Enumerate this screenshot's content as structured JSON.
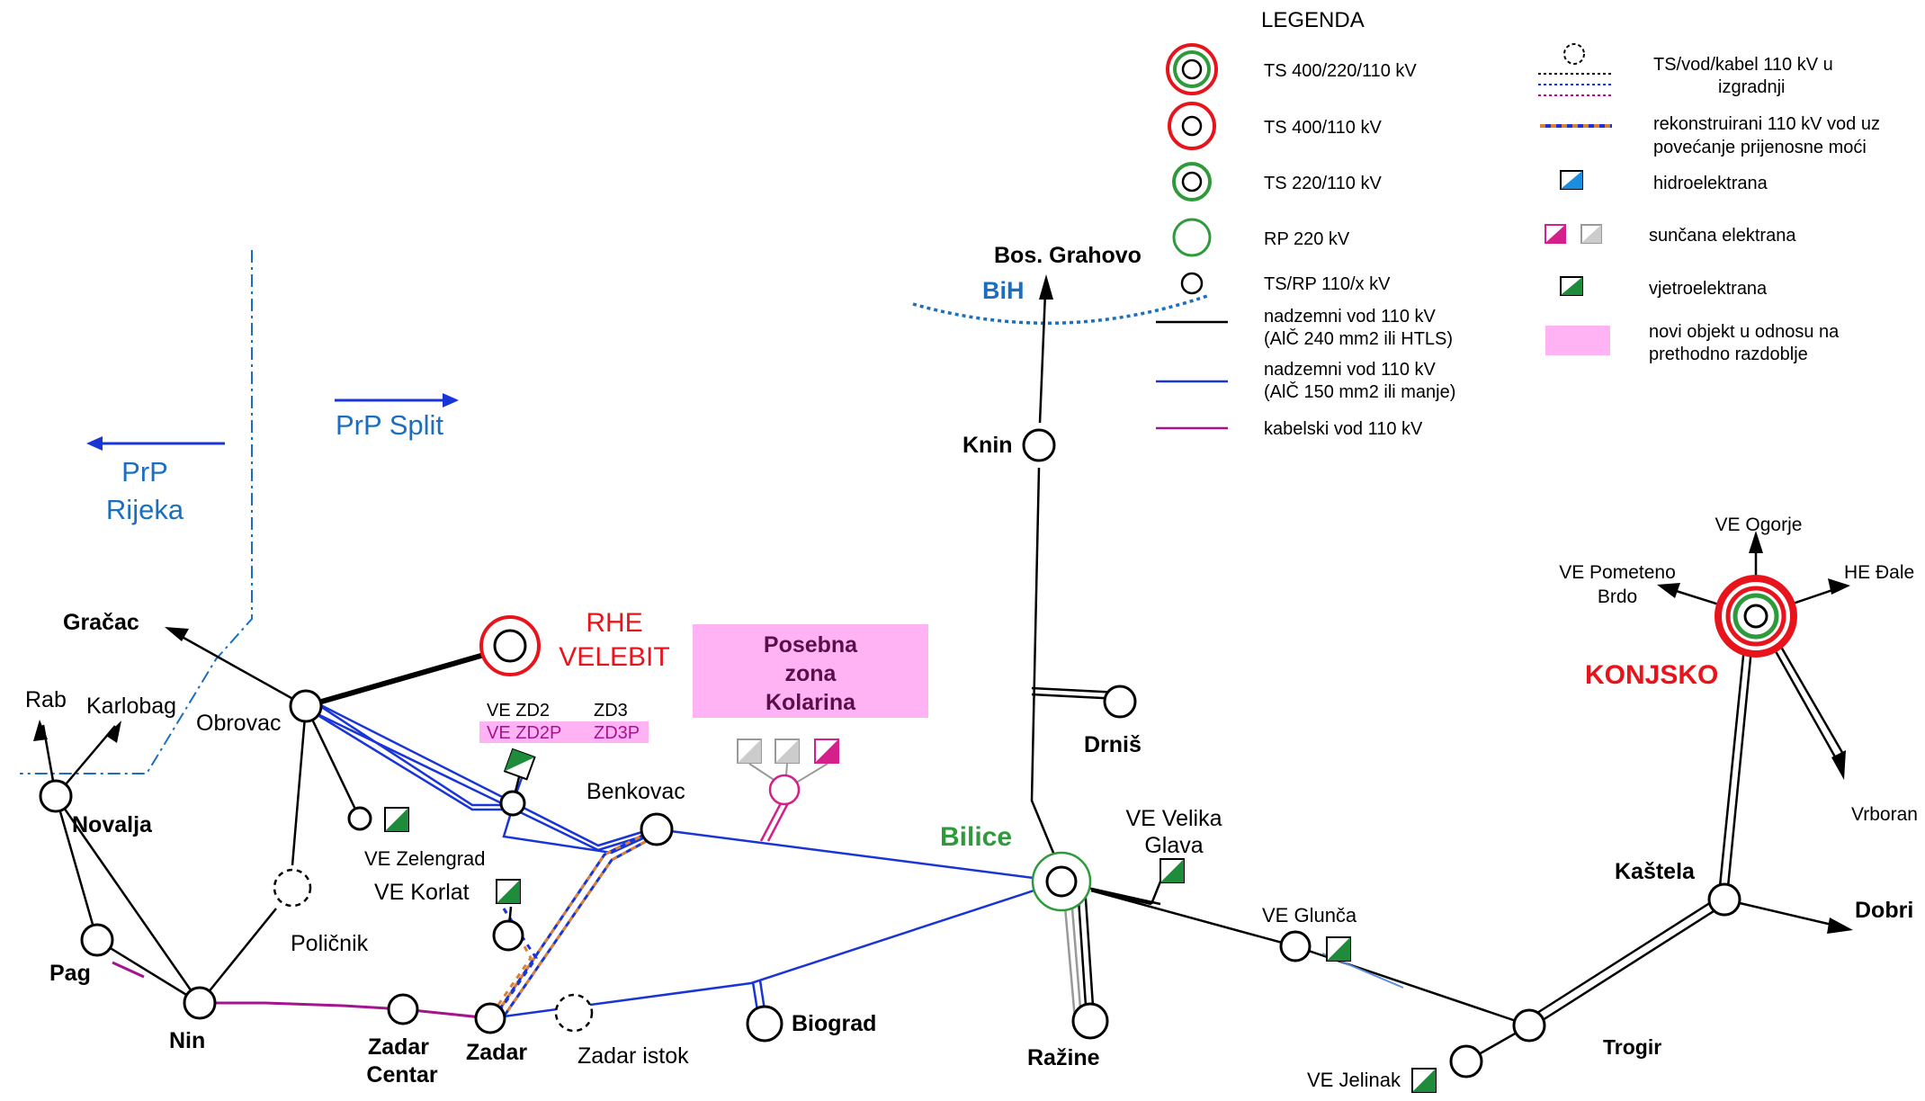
{
  "colors": {
    "black_line": "#000000",
    "blue_line": "#1a35d6",
    "cable": "#a4148f",
    "region": "#1a6fc0",
    "ts400": "#e8141c",
    "ts220": "#2e9a3c",
    "pink_zone": "#ffb3f5",
    "wind": "#1e8c3a",
    "hydro": "#1a8fe0",
    "solar": "#d4208a"
  },
  "legend": {
    "title": "LEGENDA",
    "items": [
      {
        "label": "TS 400/220/110 kV"
      },
      {
        "label": "TS 400/110 kV"
      },
      {
        "label": "TS 220/110 kV"
      },
      {
        "label": "RP 220 kV"
      },
      {
        "label": "TS/RP 110/x  kV"
      },
      {
        "line1": "nadzemni vod 110 kV",
        "line2": "(AlČ 240 mm2 ili HTLS)"
      },
      {
        "line1": "nadzemni vod 110 kV",
        "line2": "(AlČ 150 mm2 ili manje)"
      },
      {
        "label": "kabelski vod 110 kV"
      },
      {
        "line1": "TS/vod/kabel 110 kV u",
        "line2": "izgradnji"
      },
      {
        "line1": "rekonstruirani 110 kV vod uz",
        "line2": "povećanje prijenosne moći"
      },
      {
        "label": "hidroelektrana"
      },
      {
        "label": "sunčana elektrana"
      },
      {
        "label": "vjetroelektrana"
      },
      {
        "line1": "novi objekt u odnosu na",
        "line2": "prethodno razdoblje"
      }
    ]
  },
  "regions": {
    "prp_split": "PrP Split",
    "prp_rijeka_1": "PrP",
    "prp_rijeka_2": "Rijeka",
    "bih": "BiH"
  },
  "nodes": {
    "bos_grahovo": "Bos. Grahovo",
    "knin": "Knin",
    "drnis": "Drniš",
    "bilice": "Bilice",
    "razine": "Ražine",
    "ve_velika_glava_1": "VE Velika",
    "ve_velika_glava_2": "Glava",
    "ve_glunca": "VE Glunča",
    "trogir": "Trogir",
    "ve_jelinak": "VE Jelinak",
    "kastela": "Kaštela",
    "dobri": "Dobri",
    "vrboran": "Vrboran",
    "konjsko": "KONJSKO",
    "ve_ogorje": "VE Ogorje",
    "he_dale": "HE Đale",
    "ve_pometeno_1": "VE Pometeno",
    "ve_pometeno_2": "Brdo",
    "gracac": "Gračac",
    "rab": "Rab",
    "karlobag": "Karlobag",
    "obrovac": "Obrovac",
    "novalja": "Novalja",
    "pag": "Pag",
    "nin": "Nin",
    "policnik": "Poličnik",
    "ve_zelengrad": "VE Zelengrad",
    "ve_korlat": "VE Korlat",
    "zadar_centar_1": "Zadar",
    "zadar_centar_2": "Centar",
    "zadar": "Zadar",
    "zadar_istok": "Zadar istok",
    "biograd": "Biograd",
    "benkovac": "Benkovac",
    "rhe_velebit_1": "RHE",
    "rhe_velebit_2": "VELEBIT",
    "ve_zd2": "VE ZD2",
    "zd3": "ZD3",
    "ve_zd2p": "VE ZD2P",
    "zd3p": "ZD3P",
    "posebna_1": "Posebna",
    "posebna_2": "zona",
    "posebna_3": "Kolarina"
  }
}
